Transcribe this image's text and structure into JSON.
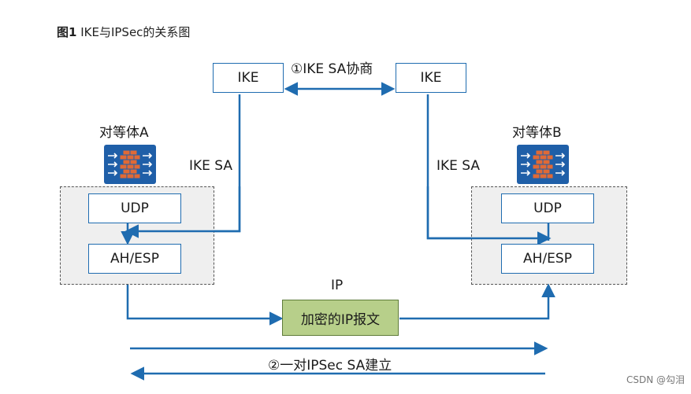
{
  "title": {
    "prefix": "图1",
    "text": "IKE与IPSec的关系图"
  },
  "ike_negotiation_label": "①IKE SA协商",
  "ike_left_label": "IKE",
  "ike_right_label": "IKE",
  "peer_a": {
    "name": "对等体A",
    "udp": "UDP",
    "ah_esp": "AH/ESP"
  },
  "peer_b": {
    "name": "对等体B",
    "udp": "UDP",
    "ah_esp": "AH/ESP"
  },
  "ike_sa_left": "IKE SA",
  "ike_sa_right": "IKE SA",
  "ip_label": "IP",
  "encrypted_packet": "加密的IP报文",
  "ipsec_sa_label": "②一对IPSec SA建立",
  "watermark": "CSDN @勾泪",
  "colors": {
    "line": "#1f6cb0",
    "green_box": "#b7cf8a",
    "firewall_bg": "#1f5fa8",
    "brick": "#e06a36"
  },
  "icons": [
    "firewall-icon",
    "firewall-icon"
  ]
}
